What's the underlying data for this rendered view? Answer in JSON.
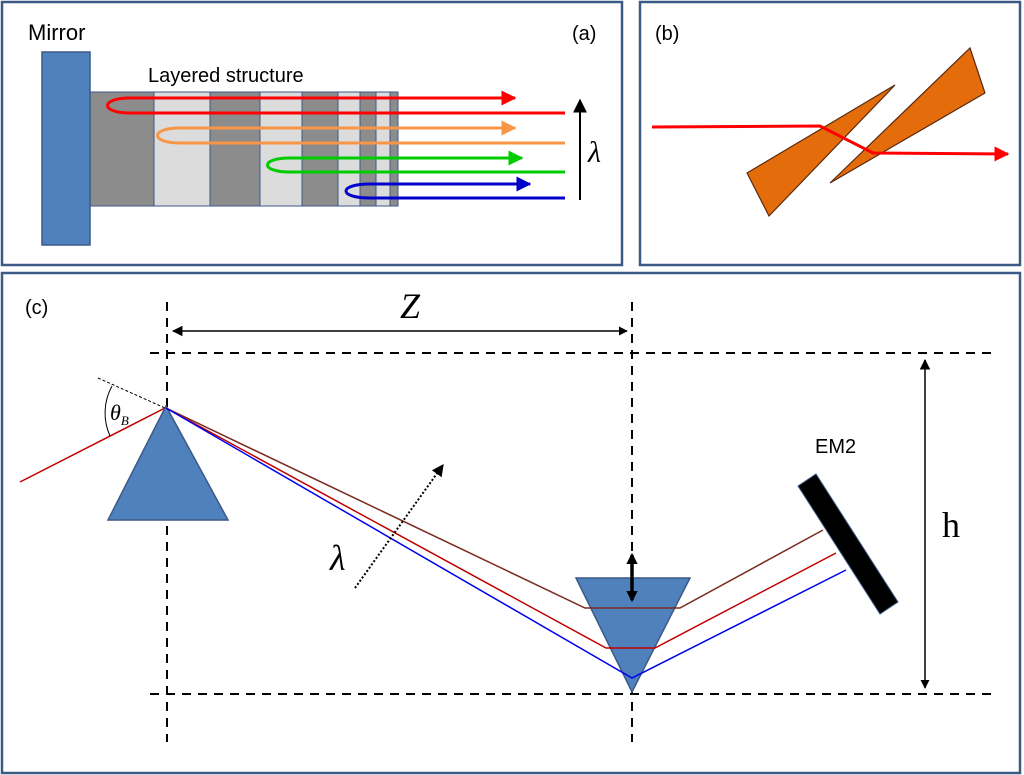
{
  "panel_a": {
    "label": "(a)",
    "mirror_label": "Mirror",
    "structure_label": "Layered structure",
    "lambda_symbol": "λ"
  },
  "panel_b": {
    "label": "(b)"
  },
  "panel_c": {
    "label": "(c)",
    "distance_label": "Z",
    "height_label": "h",
    "angle_symbol": "θ",
    "angle_subscript": "B",
    "lambda_symbol": "λ",
    "mirror_label": "EM2"
  },
  "colors": {
    "panel_border": "#3c5a86",
    "optic_blue": "#4f81bd",
    "layer_dark": "#8c8c8c",
    "layer_light": "#dcdcdc",
    "prism_orange": "#e46c0a",
    "ray_red": "#ff0000",
    "ray_orange": "#f79646",
    "ray_green": "#00cc00",
    "ray_blue": "#0000cc",
    "ray_dark_red": "#c00000",
    "ray_brown": "#7b2a1e"
  }
}
